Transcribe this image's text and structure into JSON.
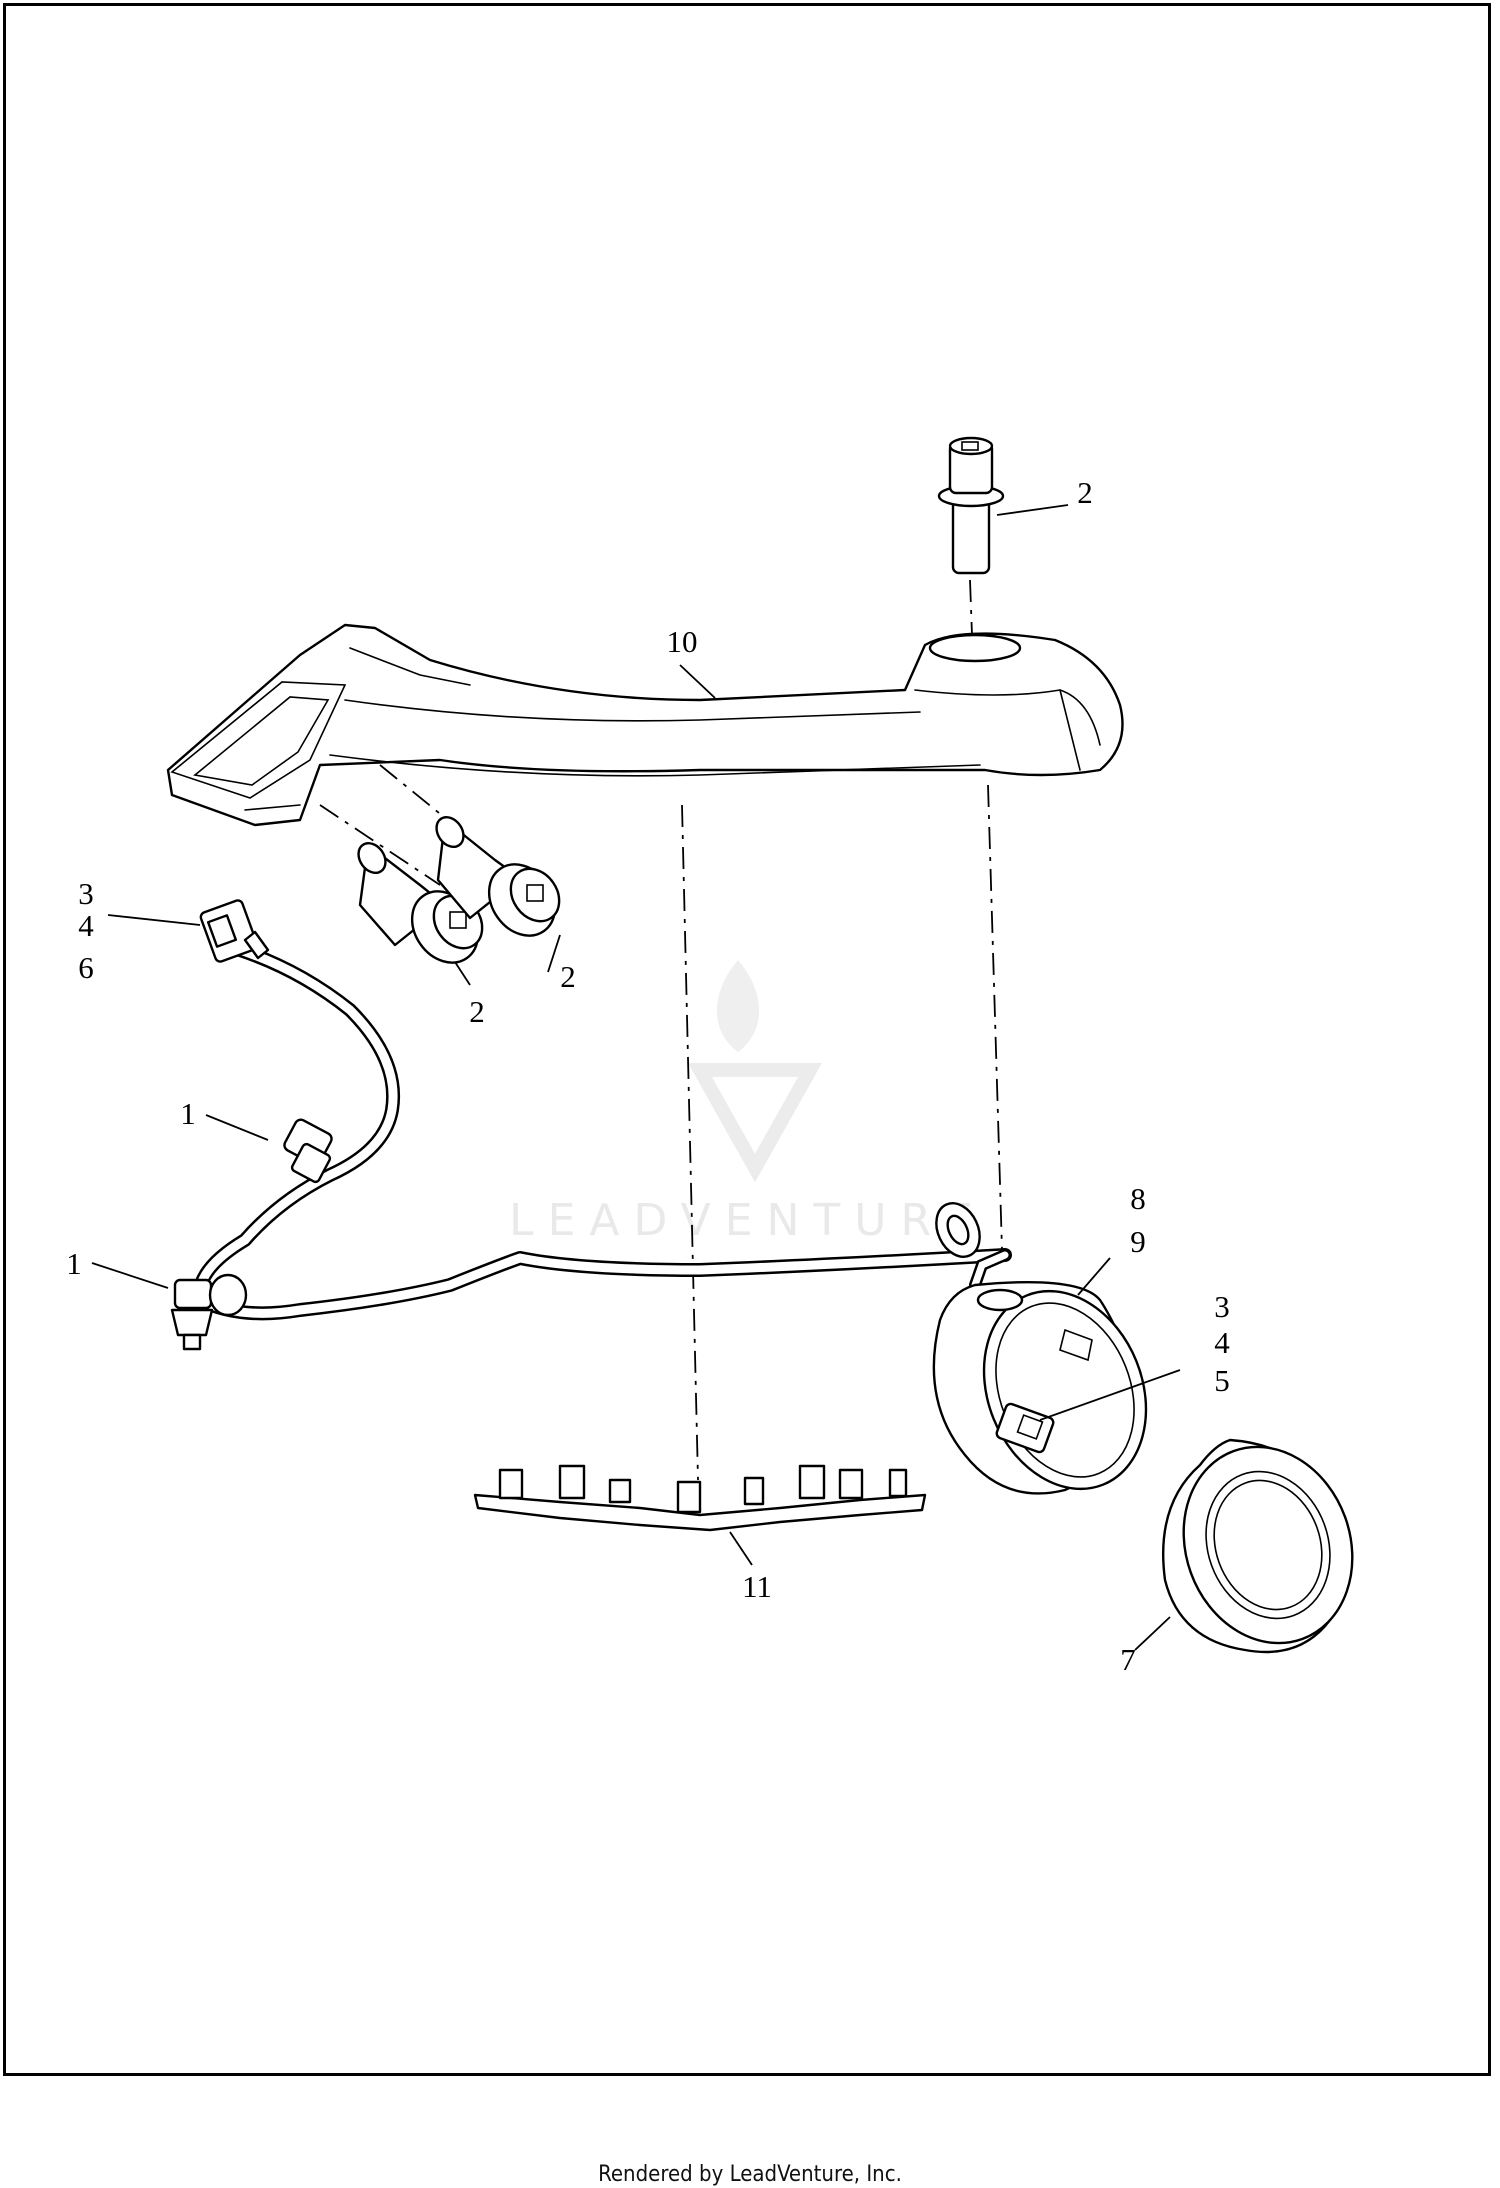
{
  "watermark": {
    "text": "LEADVENTURE"
  },
  "callouts": {
    "c10": "10",
    "c2_top": "2",
    "c2_right": "2",
    "c2_left": "2",
    "c3_left": "3",
    "c4_left": "4",
    "c6_left": "6",
    "c1_upper": "1",
    "c1_lower": "1",
    "c8": "8",
    "c9": "9",
    "c3_right": "3",
    "c4_right": "4",
    "c5": "5",
    "c11": "11",
    "c7": "7"
  },
  "footer": {
    "text": "Rendered by LeadVenture, Inc."
  }
}
